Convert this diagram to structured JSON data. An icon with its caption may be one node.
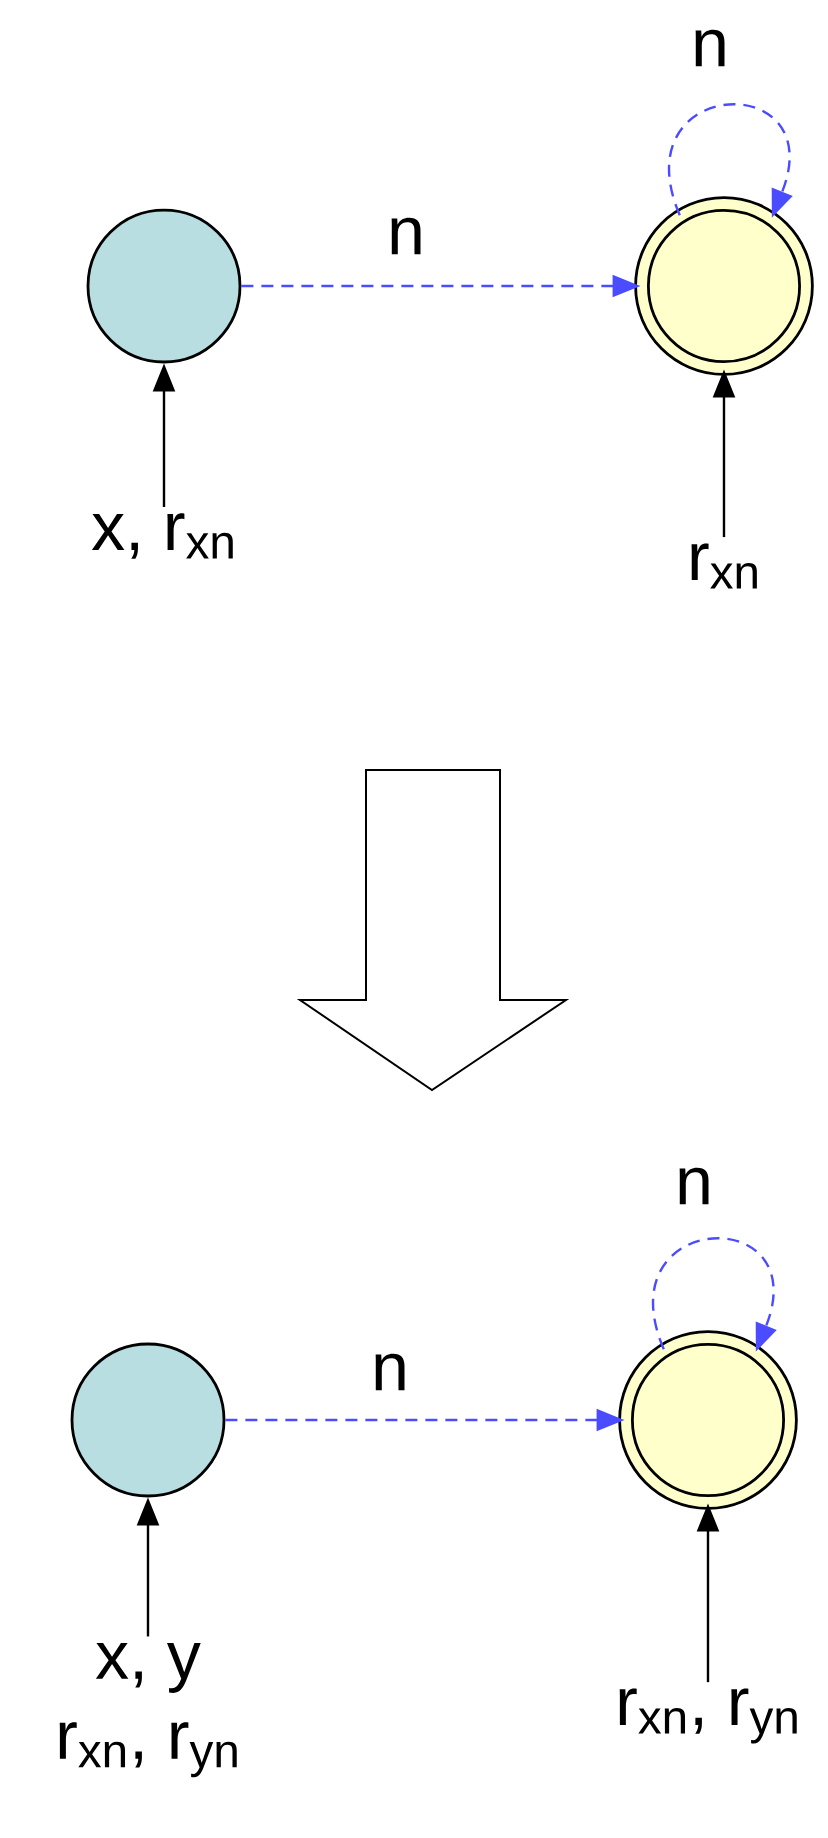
{
  "diagram": {
    "nodes": [
      {
        "text": [],
        "shape": "circle"
      },
      {
        "text": [],
        "shape": "circle"
      },
      {
        "text": [
          "x, r$_{xn}$"
        ]
      },
      {
        "text": [
          "r$_{xn}$"
        ]
      },
      {
        "text": [],
        "shape": "circle"
      },
      {
        "text": [],
        "shape": "circle"
      },
      {
        "text": [
          "x, y",
          "r$_{xn}$, r$_{yn}$"
        ]
      },
      {
        "text": [
          "r$_{xn}$, r$_{yn}$"
        ]
      }
    ],
    "edges": [
      {
        "from": 0,
        "to": 1,
        "arrow": "to",
        "label": "n",
        "style": "dashed",
        "color": "#4b4bff"
      },
      {
        "from": 1,
        "to": 1,
        "arrow": "to",
        "label": "n",
        "style": "dashed",
        "color": "#4b4bff"
      },
      {
        "from": 2,
        "to": 0,
        "arrow": "to",
        "color": "#000000"
      },
      {
        "from": 3,
        "to": 1,
        "arrow": "to",
        "color": "#000000"
      },
      {
        "from": 4,
        "to": 5,
        "arrow": "to",
        "label": "n",
        "style": "dashed",
        "color": "#4b4bff"
      },
      {
        "from": 5,
        "to": 5,
        "arrow": "to",
        "label": "n",
        "style": "dashed",
        "color": "#4b4bff"
      },
      {
        "from": 6,
        "to": 4,
        "arrow": "to",
        "color": "#000000"
      },
      {
        "from": 7,
        "to": 5,
        "arrow": "to",
        "color": "#000000"
      }
    ]
  }
}
